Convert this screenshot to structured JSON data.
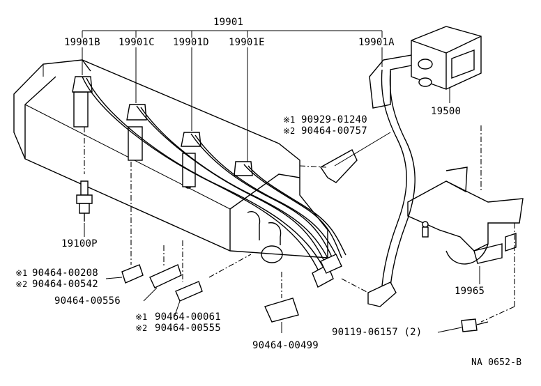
{
  "labels": {
    "assy": "19901",
    "wire_b": "19901B",
    "wire_c": "19901C",
    "wire_d": "19901D",
    "wire_e": "19901E",
    "wire_a": "19901A",
    "coil": "19500",
    "plug": "19100P",
    "bracket": "19965",
    "clamp_a1": "90929-01240",
    "clamp_a2": "90464-00757",
    "clamp_b1": "90464-00208",
    "clamp_b2": "90464-00542",
    "clamp_c": "90464-00556",
    "clamp_d1": "90464-00061",
    "clamp_d2": "90464-00555",
    "clamp_e": "90464-00499",
    "bolt": "90119-06157 (2)",
    "figure_code": "NA 0652-B"
  },
  "markers": {
    "m1": "※1",
    "m2": "※2"
  }
}
